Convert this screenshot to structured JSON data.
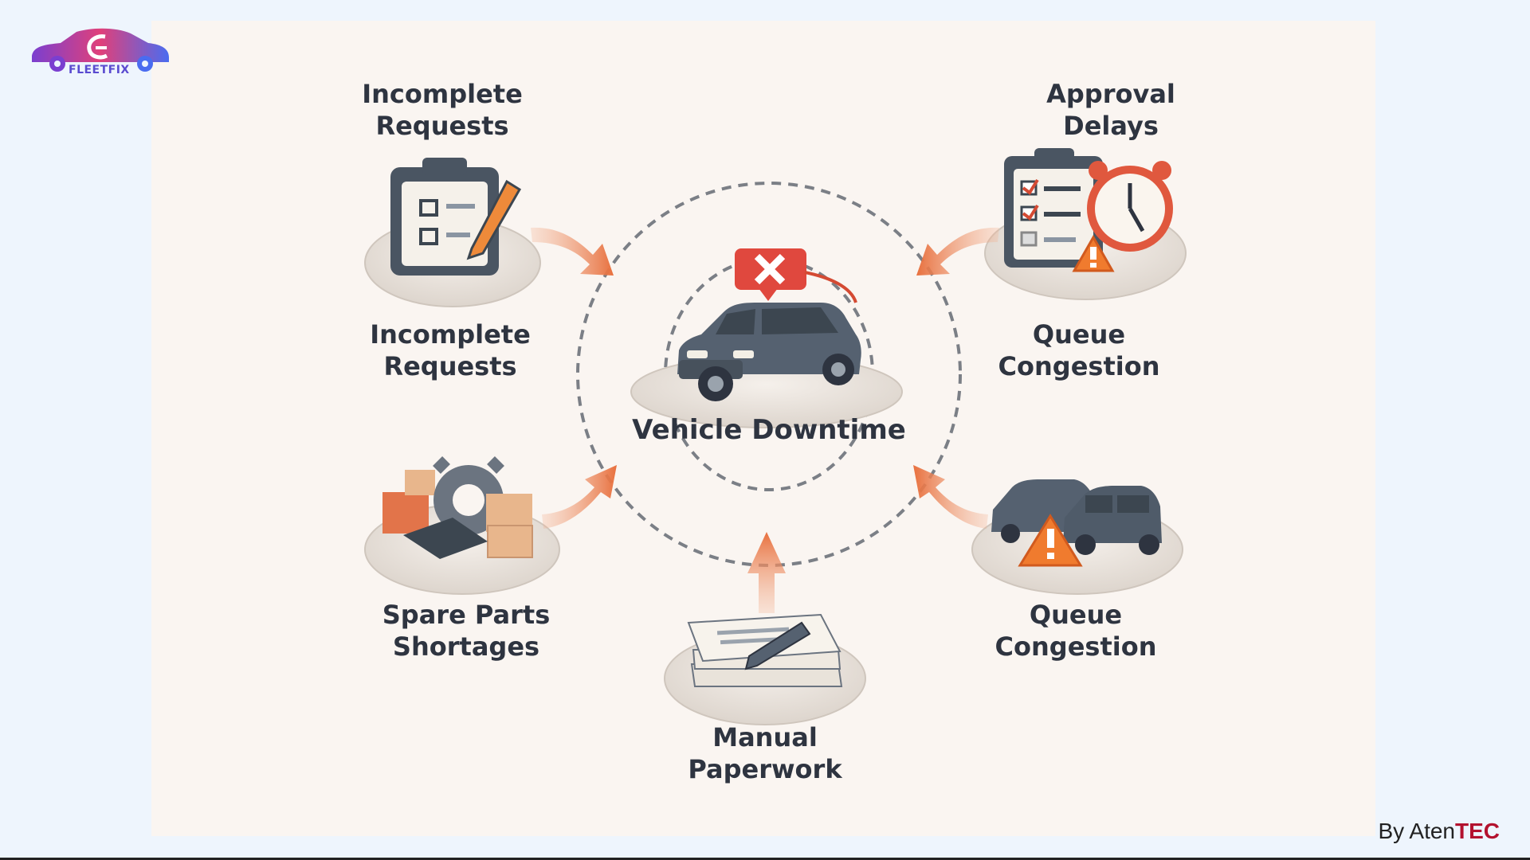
{
  "logo": {
    "text": "FLEETFIX"
  },
  "center": {
    "label": "Vehicle Downtime"
  },
  "nodes": {
    "top_left_title": [
      "Incomplete",
      "Requests"
    ],
    "top_left_caption": [
      "Incomplete",
      "Requests"
    ],
    "top_right_title": [
      "Approval",
      "Delays"
    ],
    "top_right_caption": [
      "Queue",
      "Congestion"
    ],
    "mid_left_caption": [
      "Spare Parts",
      "Shortages"
    ],
    "mid_right_caption": [
      "Queue",
      "Congestion"
    ],
    "bottom_caption": [
      "Manual",
      "Paperwork"
    ]
  },
  "credit": {
    "prefix": "By Aten",
    "brand": "TEC"
  },
  "colors": {
    "accent": "#e8703e",
    "text": "#2e3440",
    "brand": "#b3122e"
  }
}
